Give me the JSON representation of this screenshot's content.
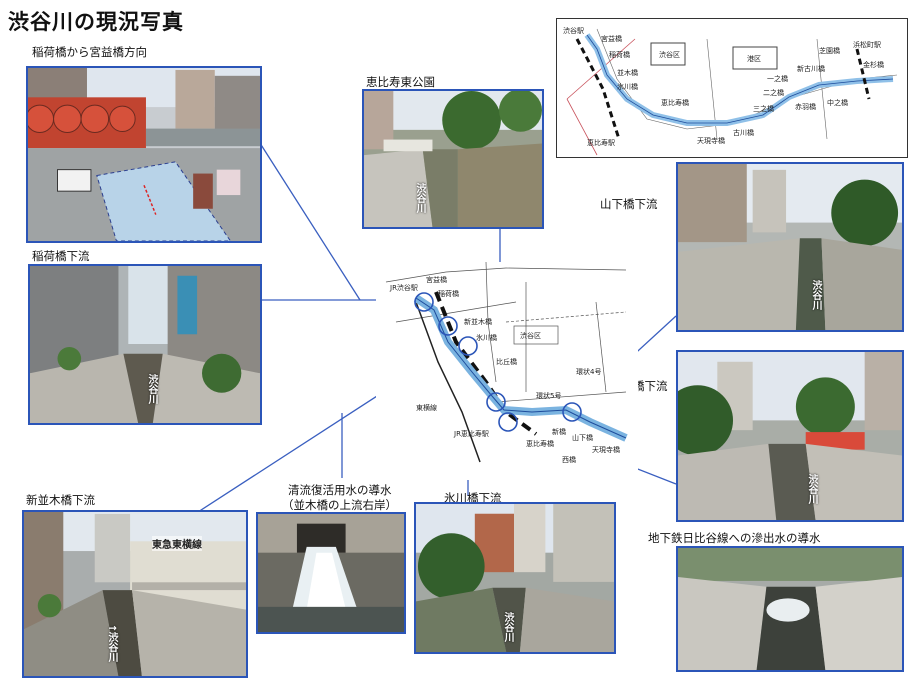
{
  "title": "渋谷川の現況写真",
  "photos": {
    "inari_to_miyamasu": {
      "caption": "稲荷橋から宮益橋方向"
    },
    "inari_downstream": {
      "caption": "稲荷橋下流",
      "overlay": "渋谷川"
    },
    "shinnamiki_downstream": {
      "caption": "新並木橋下流",
      "overlay": "↑渋谷川",
      "tag": "東急東横線"
    },
    "seiryu_water": {
      "caption_line1": "清流復活用水の導水",
      "caption_line2": "（並木橋の上流右岸）"
    },
    "hikawa_downstream": {
      "caption": "氷川橋下流",
      "overlay": "渋谷川"
    },
    "ebisu_east_park": {
      "caption": "恵比寿東公園",
      "overlay": "渋谷川"
    },
    "yamashita_downstream": {
      "caption": "山下橋下流",
      "overlay": "渋谷川"
    },
    "shibuya_bridge_downstream": {
      "caption": "渋谷橋下流",
      "overlay": "渋谷川"
    },
    "subway_seepage": {
      "caption": "地下鉄日比谷線への滲出水の導水"
    }
  },
  "center_map": {
    "labels": {
      "jr_shibuya": "JR渋谷駅",
      "miyamasu": "宮益橋",
      "inari": "稲荷橋",
      "shinnamiki": "新並木橋",
      "hikawa": "氷川橋",
      "hiokabashi": "比丘橋",
      "ward": "渋谷区",
      "kanjo4": "環状4号",
      "kanjo5": "環状5号",
      "ebisu_jr": "JR恵比寿駅",
      "toyoko": "東横線",
      "shin": "新橋",
      "ebisu_bridge": "恵比寿橋",
      "yamashita": "山下橋",
      "tenshoji": "天現寺橋",
      "nishi": "西橋"
    }
  },
  "overview_map": {
    "labels": {
      "ward_shibuya": "渋谷区",
      "ward_minato": "港区",
      "a": "宮益橋",
      "b": "稲荷橋",
      "c": "並木橋",
      "d": "氷川橋",
      "e": "恵比寿橋",
      "f": "一之橋",
      "g": "二之橋",
      "h": "三之橋",
      "i": "古川橋",
      "j": "天現寺橋",
      "k": "新古川橋",
      "l": "浜松町駅",
      "m": "金杉橋",
      "n": "芝園橋",
      "o": "赤羽橋",
      "p": "中之橋",
      "q": "渋谷駅",
      "r": "恵比寿駅"
    }
  }
}
